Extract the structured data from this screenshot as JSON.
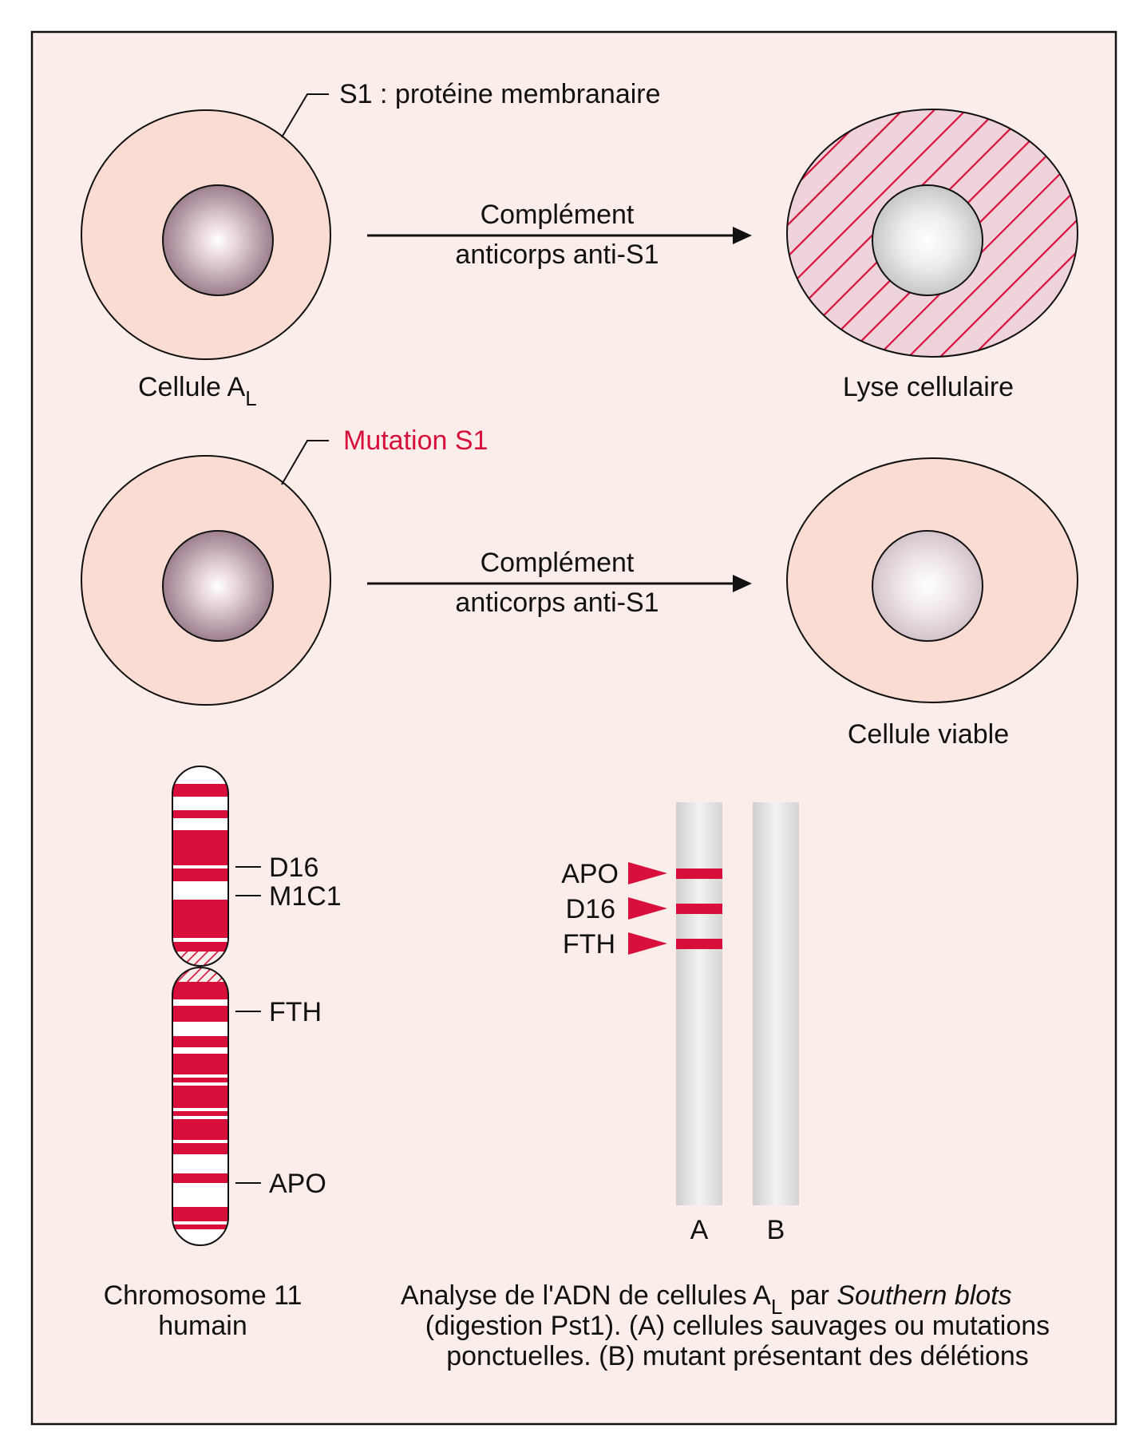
{
  "colors": {
    "panel_bg": "#fbeeea",
    "cytoplasm": "#fbdcd2",
    "accent_red": "#d80f3a",
    "outline": "#111111",
    "gel_lane": "#d6d6d6"
  },
  "top_row": {
    "pointer_label": "S1 : protéine membranaire",
    "arrow_line1": "Complément",
    "arrow_line2": "anticorps anti-S1",
    "left_caption": "Cellule A",
    "left_caption_sub": "L",
    "right_caption": "Lyse cellulaire"
  },
  "middle_row": {
    "pointer_label": "Mutation S1",
    "arrow_line1": "Complément",
    "arrow_line2": "anticorps anti-S1",
    "right_caption": "Cellule viable"
  },
  "chromosome": {
    "markers": [
      "D16",
      "M1C1",
      "FTH",
      "APO"
    ],
    "caption_line1": "Chromosome 11",
    "caption_line2": "humain"
  },
  "southern_blot": {
    "band_labels": [
      "APO",
      "D16",
      "FTH"
    ],
    "lane_labels": [
      "A",
      "B"
    ],
    "caption_line1_prefix": "Analyse de l'ADN de cellules A",
    "caption_line1_sub": "L",
    "caption_line1_mid": " par ",
    "caption_line1_italic": "Southern blots",
    "caption_line2": "(digestion Pst1). (A) cellules sauvages ou mutations",
    "caption_line3": "ponctuelles. (B) mutant présentant des délétions"
  }
}
